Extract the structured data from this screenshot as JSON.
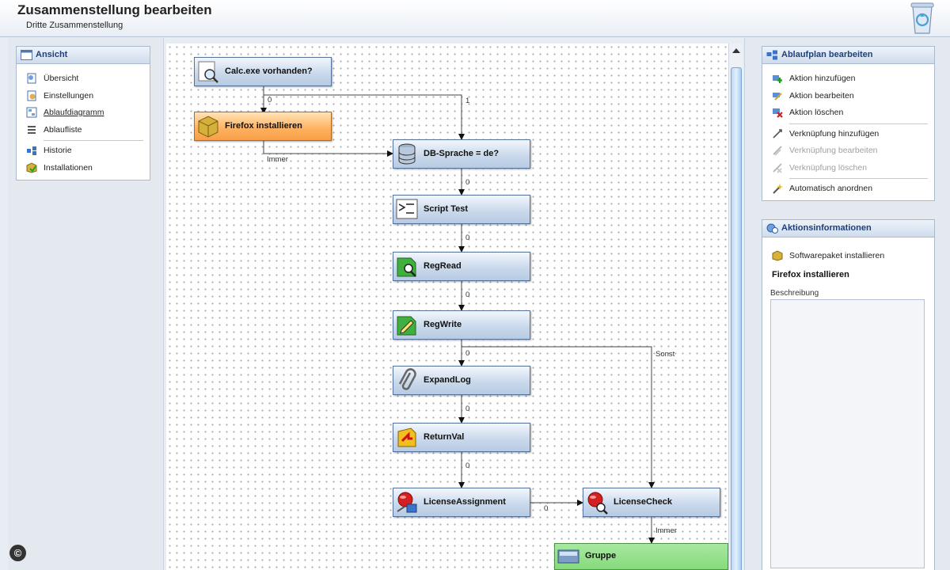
{
  "header": {
    "title": "Zusammenstellung bearbeiten",
    "subtitle": "Dritte Zusammenstellung"
  },
  "view_panel": {
    "title": "Ansicht",
    "items": [
      {
        "label": "Übersicht",
        "icon": "overview-icon"
      },
      {
        "label": "Einstellungen",
        "icon": "settings-icon"
      },
      {
        "label": "Ablaufdiagramm",
        "icon": "flowchart-icon"
      },
      {
        "label": "Ablaufliste",
        "icon": "list-icon"
      },
      {
        "label": "Historie",
        "icon": "history-icon"
      },
      {
        "label": "Installationen",
        "icon": "installations-icon"
      }
    ]
  },
  "flowplan_panel": {
    "title": "Ablaufplan bearbeiten",
    "items": [
      {
        "label": "Aktion hinzufügen",
        "enabled": true
      },
      {
        "label": "Aktion bearbeiten",
        "enabled": true
      },
      {
        "label": "Aktion löschen",
        "enabled": true
      },
      {
        "label": "Verknüpfung hinzufügen",
        "enabled": true
      },
      {
        "label": "Verknüpfung bearbeiten",
        "enabled": false
      },
      {
        "label": "Verknüpfung löschen",
        "enabled": false
      },
      {
        "label": "Automatisch anordnen",
        "enabled": true
      }
    ]
  },
  "action_info": {
    "title": "Aktionsinformationen",
    "type_label": "Softwarepaket installieren",
    "name": "Firefox installieren",
    "description_label": "Beschreibung",
    "description": ""
  },
  "diagram": {
    "nodes": [
      {
        "id": "calc",
        "label": "Calc.exe vorhanden?",
        "icon": "search-icon",
        "selected": false
      },
      {
        "id": "firefox",
        "label": "Firefox installieren",
        "icon": "package-icon",
        "selected": true
      },
      {
        "id": "db",
        "label": "DB-Sprache = de?",
        "icon": "database-icon",
        "selected": false
      },
      {
        "id": "script",
        "label": "Script Test",
        "icon": "script-icon",
        "selected": false
      },
      {
        "id": "regread",
        "label": "RegRead",
        "icon": "registry-read-icon",
        "selected": false
      },
      {
        "id": "regwrite",
        "label": "RegWrite",
        "icon": "registry-write-icon",
        "selected": false
      },
      {
        "id": "expandlog",
        "label": "ExpandLog",
        "icon": "paperclip-icon",
        "selected": false
      },
      {
        "id": "returnval",
        "label": "ReturnVal",
        "icon": "return-icon",
        "selected": false
      },
      {
        "id": "licassign",
        "label": "LicenseAssignment",
        "icon": "license-assign-icon",
        "selected": false
      },
      {
        "id": "liccheck",
        "label": "LicenseCheck",
        "icon": "license-check-icon",
        "selected": false
      },
      {
        "id": "gruppe",
        "label": "Gruppe",
        "icon": "group-icon",
        "selected": false
      }
    ],
    "edge_labels": {
      "calc_firefox": "0",
      "calc_db": "1",
      "firefox_db": "Immer",
      "db_script": "0",
      "script_regread": "0",
      "regread_regwrite": "0",
      "regwrite_expandlog": "0",
      "regwrite_liccheck": "Sonst",
      "expandlog_returnval": "0",
      "returnval_licassign": "0",
      "licassign_liccheck": "0",
      "liccheck_gruppe": "Immer"
    }
  },
  "colors": {
    "node_fill": "#cad9ec",
    "node_selected": "#ffb05d",
    "group_fill": "#86da7c",
    "panel_title": "#1f3f78"
  },
  "copyright_mark": "©"
}
